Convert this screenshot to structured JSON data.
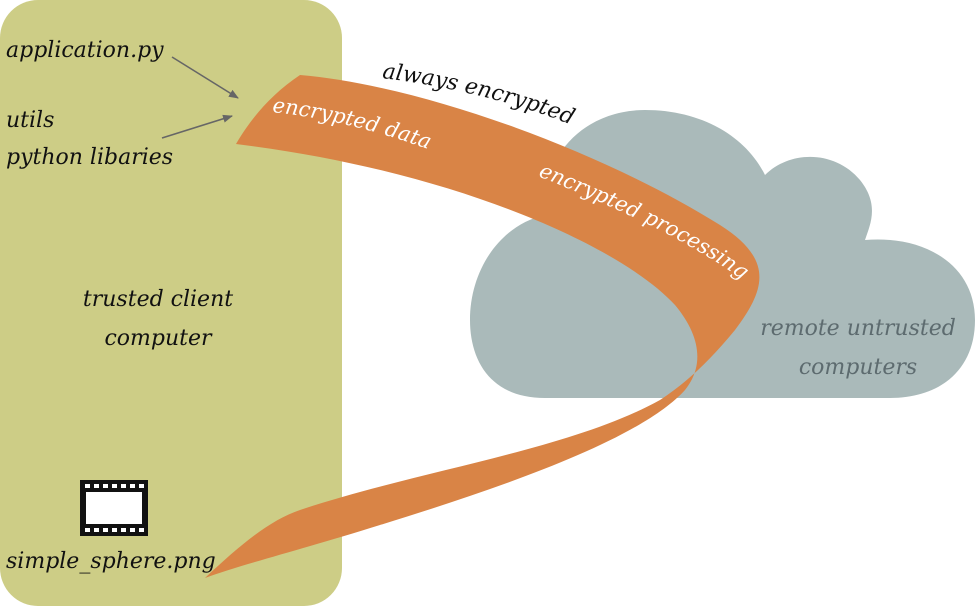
{
  "client": {
    "files": [
      "application.py",
      "utils",
      "python libaries"
    ],
    "title_lines": [
      "trusted client",
      "computer"
    ],
    "output_file": "simple_sphere.png",
    "color": "#cdcd86"
  },
  "cloud": {
    "title_lines": [
      "remote untrusted",
      "computers"
    ],
    "color": "#aababa"
  },
  "band": {
    "above_label": "always encrypted",
    "labels": [
      "encrypted data",
      "encrypted processing"
    ],
    "color": "#d98446"
  },
  "icons": {
    "output": "film-strip-icon"
  }
}
